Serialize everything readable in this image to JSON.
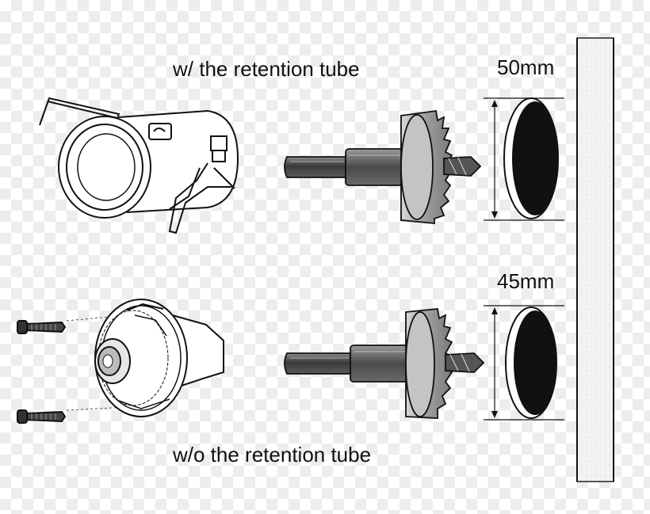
{
  "labels": {
    "with_tube": "w/ the retention tube",
    "without_tube": "w/o the retention tube"
  },
  "dimensions": {
    "hole_with_tube": "50mm",
    "hole_without_tube": "45mm"
  },
  "colors": {
    "line": "#111111",
    "metal_dark": "#3c3c3c",
    "metal_mid": "#6e6e6e",
    "metal_light": "#bdbdbd",
    "hole": "#111111",
    "wall": "#f2f2f2"
  }
}
